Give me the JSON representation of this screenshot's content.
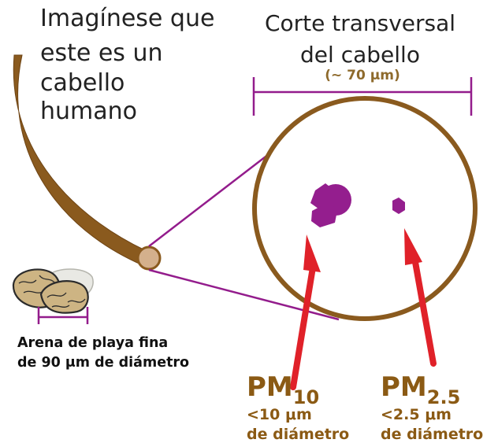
{
  "hair_label": {
    "lines": [
      "Imagínese que",
      "este es un",
      "cabello",
      "humano"
    ]
  },
  "cross_section": {
    "title_lines": [
      "Corte transversal",
      "del cabello"
    ],
    "measure": "(~ 70 μm)"
  },
  "sand": {
    "caption_lines": [
      "Arena de playa fina",
      "de 90 μm de diámetro"
    ]
  },
  "pm10": {
    "prefix": "PM",
    "subscript": "10",
    "size": "<10 μm",
    "desc": "de diámetro"
  },
  "pm25": {
    "prefix": "PM",
    "subscript": "2.5",
    "size": "<2.5 μm",
    "desc": "de diámetro"
  },
  "colors": {
    "hair": "#8a5a1e",
    "hair_tip": "#d4b08c",
    "particle": "#941e8e",
    "leader_line": "#931c8c",
    "arrow": "#e02129",
    "pm_text": "#8b5a14",
    "sand_fill": "#cdb483",
    "sand_outline": "#2b2b2b"
  },
  "icons": {
    "hair": "curved-hair-strand",
    "cross_section": "circle-outline",
    "particle_large": "pm10-particle-cluster",
    "particle_small": "pm25-particle-hexagon",
    "arrow": "red-pointer-arrow",
    "sand": "sand-grains"
  }
}
